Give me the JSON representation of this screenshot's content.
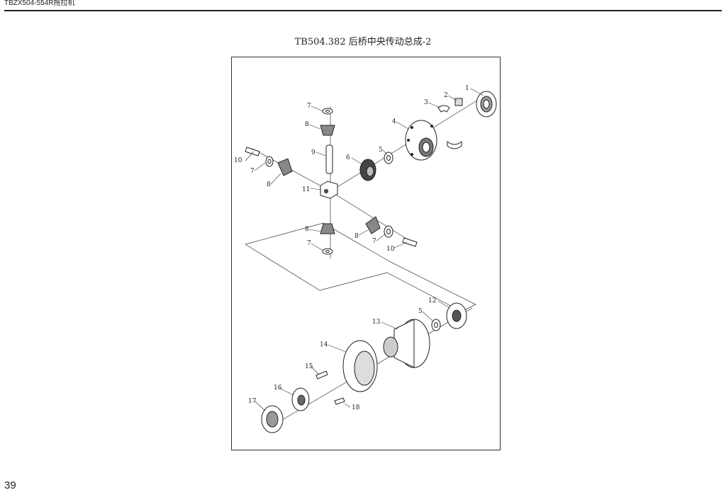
{
  "header": {
    "text": "TBZX504-554R拖拉机"
  },
  "title": "TB504.382 后桥中央传动总成-2",
  "page_number": "39",
  "callouts": {
    "c1": "1",
    "c2": "2",
    "c3": "3",
    "c4": "4",
    "c5a": "5",
    "c6": "6",
    "c7a": "7",
    "c8a": "8",
    "c9": "9",
    "c10a": "10",
    "c7b": "7",
    "c8b": "8",
    "c11": "11",
    "c8c": "8",
    "c7c": "7",
    "c8d": "8",
    "c7d": "7",
    "c10b": "10",
    "c12": "12",
    "c5b": "5",
    "c13": "13",
    "c14": "14",
    "c15": "15",
    "c16": "16",
    "c17": "17",
    "c18": "18"
  }
}
